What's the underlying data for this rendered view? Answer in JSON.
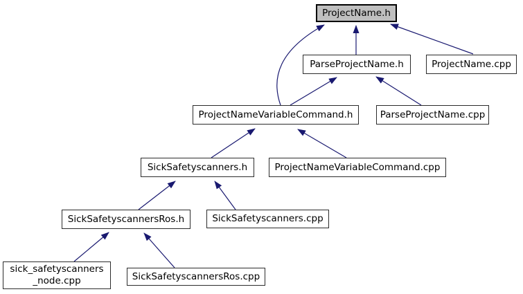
{
  "graph": {
    "kind": "include-dependency-graph",
    "edge_color": "#191970",
    "node_border_color": "#2b2b2b",
    "highlight": {
      "fill": "#bfbfbf",
      "border": "#000000"
    },
    "nodes": [
      {
        "label": "ProjectName.h",
        "highlighted": true
      },
      {
        "label": "ParseProjectName.h",
        "highlighted": false
      },
      {
        "label": "ProjectName.cpp",
        "highlighted": false
      },
      {
        "label": "ProjectNameVariableCommand.h",
        "highlighted": false
      },
      {
        "label": "ParseProjectName.cpp",
        "highlighted": false
      },
      {
        "label": "SickSafetyscanners.h",
        "highlighted": false
      },
      {
        "label": "ProjectNameVariableCommand.cpp",
        "highlighted": false
      },
      {
        "label": "SickSafetyscannersRos.h",
        "highlighted": false
      },
      {
        "label": "SickSafetyscanners.cpp",
        "highlighted": false
      },
      {
        "label": "sick_safetyscanners\n_node.cpp",
        "highlighted": false
      },
      {
        "label": "SickSafetyscannersRos.cpp",
        "highlighted": false
      }
    ],
    "edges": [
      {
        "from": "ParseProjectName.h",
        "to": "ProjectName.h"
      },
      {
        "from": "ProjectName.cpp",
        "to": "ProjectName.h"
      },
      {
        "from": "ProjectNameVariableCommand.h",
        "to": "ProjectName.h"
      },
      {
        "from": "ProjectNameVariableCommand.h",
        "to": "ParseProjectName.h"
      },
      {
        "from": "ParseProjectName.cpp",
        "to": "ParseProjectName.h"
      },
      {
        "from": "SickSafetyscanners.h",
        "to": "ProjectNameVariableCommand.h"
      },
      {
        "from": "ProjectNameVariableCommand.cpp",
        "to": "ProjectNameVariableCommand.h"
      },
      {
        "from": "SickSafetyscannersRos.h",
        "to": "SickSafetyscanners.h"
      },
      {
        "from": "SickSafetyscanners.cpp",
        "to": "SickSafetyscanners.h"
      },
      {
        "from": "sick_safetyscanners_node.cpp",
        "to": "SickSafetyscannersRos.h"
      },
      {
        "from": "SickSafetyscannersRos.cpp",
        "to": "SickSafetyscannersRos.h"
      }
    ]
  }
}
